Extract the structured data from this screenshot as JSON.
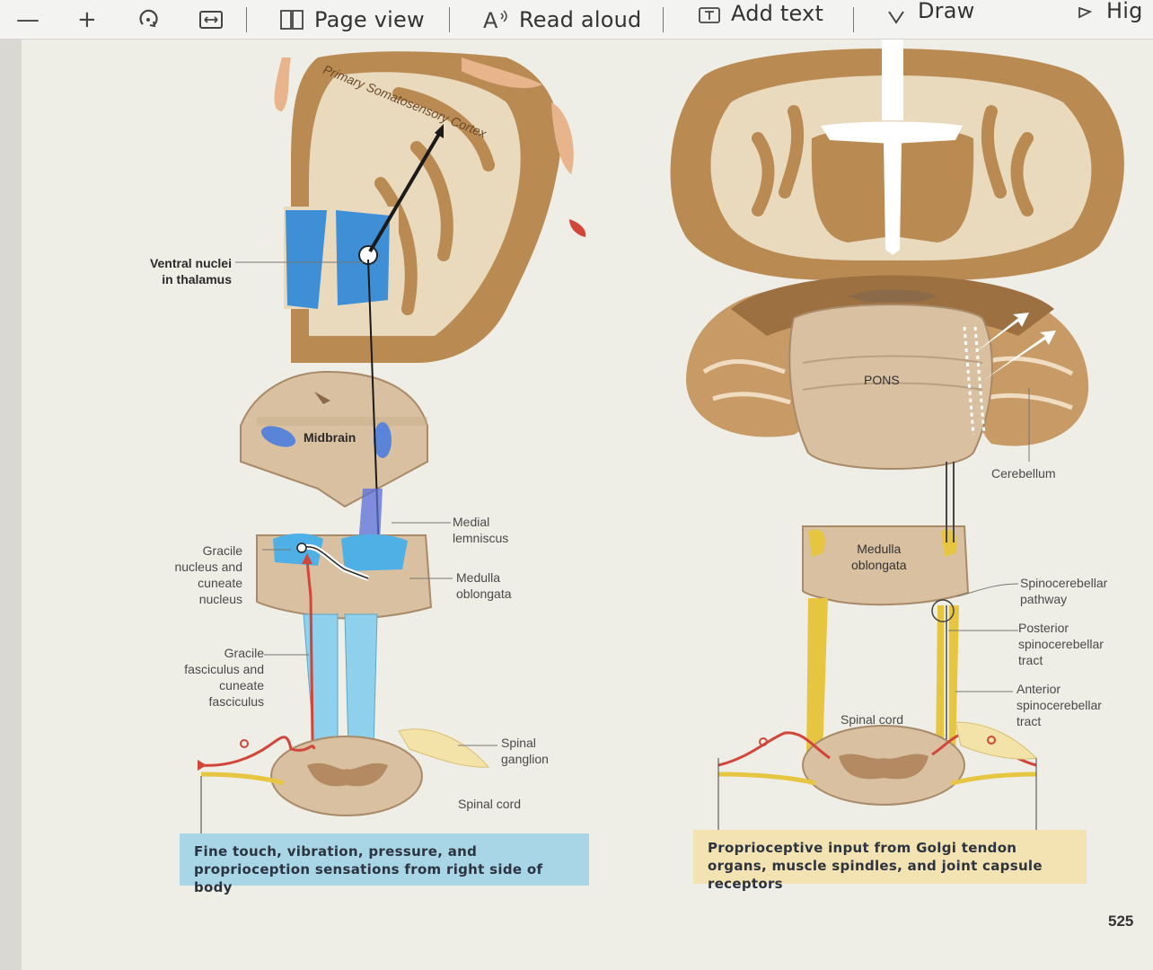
{
  "toolbar": {
    "zoom_out": "—",
    "zoom_in": "+",
    "page_view": "Page view",
    "read_aloud": "Read aloud",
    "add_text": "Add text",
    "draw": "Draw",
    "highlight": "Hig"
  },
  "left_figure": {
    "cortex_title": "Primary Somatosensory Cortex",
    "labels": {
      "ventral_nuclei": "Ventral nuclei\nin thalamus",
      "midbrain": "Midbrain",
      "medial_lemniscus": "Medial\nlemniscus",
      "gracile_nucleus": "Gracile\nnucleus and\ncuneate\nnucleus",
      "medulla": "Medulla\noblongata",
      "gracile_fasciculus": "Gracile\nfasciculus and\ncuneate\nfasciculus",
      "spinal_ganglion": "Spinal\nganglion",
      "spinal_cord": "Spinal cord"
    },
    "caption": "Fine touch, vibration, pressure, and proprioception sensations from right side of body"
  },
  "right_figure": {
    "labels": {
      "pons": "PONS",
      "cerebellum": "Cerebellum",
      "medulla": "Medulla\noblongata",
      "spinocerebellar_pathway": "Spinocerebellar\npathway",
      "posterior_tract": "Posterior\nspinocerebellar\ntract",
      "anterior_tract": "Anterior\nspinocerebellar\ntract",
      "spinal_cord": "Spinal cord"
    },
    "caption": "Proprioceptive input from Golgi tendon organs, muscle spindles, and joint capsule receptors"
  },
  "page_number": "525",
  "colors": {
    "brain_tan": "#b98a52",
    "white_matter": "#e9d9bd",
    "nucleus_blue": "#3f8fd6",
    "tract_blue": "#8fd0ec",
    "tract_yellow": "#e6c640",
    "nerve_red": "#d2463a",
    "caption_blue": "#a8d6e6",
    "caption_yellow": "#f4e3b2"
  }
}
